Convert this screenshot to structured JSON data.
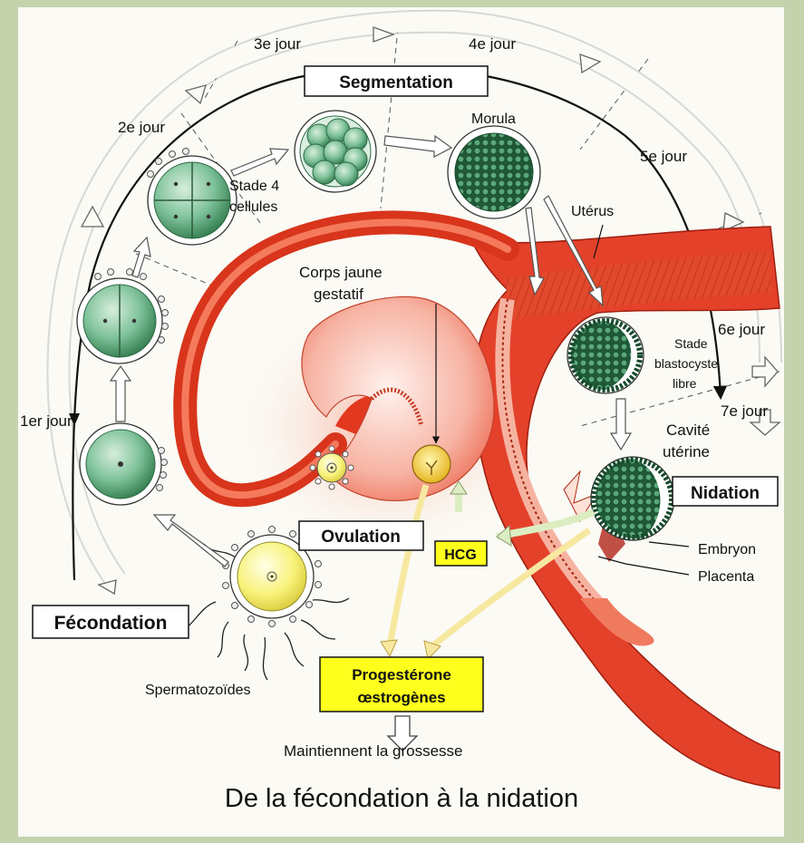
{
  "title": "De la fécondation à la nidation",
  "phases": {
    "segmentation": "Segmentation",
    "fecondation": "Fécondation",
    "ovulation": "Ovulation",
    "nidation": "Nidation"
  },
  "days": {
    "d1": "1er jour",
    "d2": "2e jour",
    "d3": "3e jour",
    "d4": "4e jour",
    "d5": "5e jour",
    "d6": "6e jour",
    "d7": "7e jour"
  },
  "labels": {
    "stade4_line1": "Stade 4",
    "stade4_line2": "cellules",
    "morula": "Morula",
    "uterus": "Utérus",
    "corps_jaune_line1": "Corps jaune",
    "corps_jaune_line2": "gestatif",
    "blasto_line1": "Stade",
    "blasto_line2": "blastocyste",
    "blasto_line3": "libre",
    "cavite_line1": "Cavité",
    "cavite_line2": "utérine",
    "embryon": "Embryon",
    "placenta": "Placenta",
    "spermatozoides": "Spermatozoïdes",
    "hcg": "HCG",
    "progesterone": "Progestérone",
    "oestrogenes": "œstrogènes",
    "maintiennent": "Maintiennent la grossesse"
  },
  "colors": {
    "uterus_red": "#e2381f",
    "tissue_pink": "#f4a492",
    "cell_green": "#3f8c5e",
    "egg_yellow": "#f6f06c",
    "highlight_yellow": "#ffff1e",
    "background_green": "#c5d3ad"
  }
}
